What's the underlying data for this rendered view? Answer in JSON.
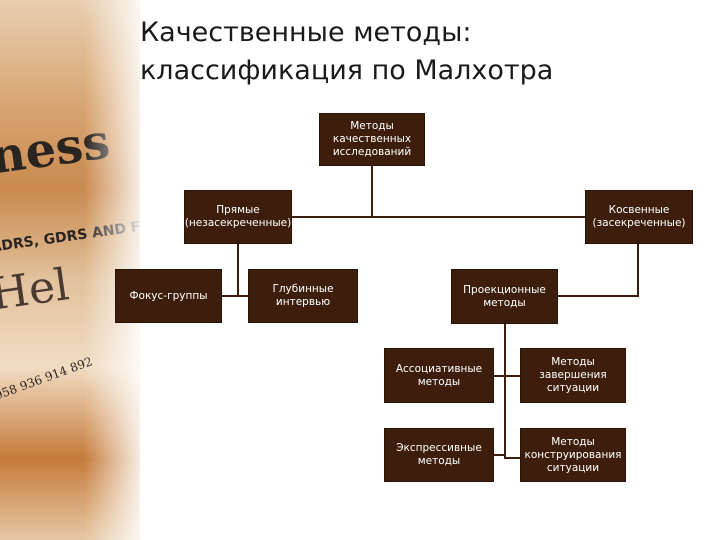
{
  "title": {
    "line1": "Качественные методы:",
    "line2": "классификация по Малхотра"
  },
  "nodes": {
    "root": "Методы качественных исследований",
    "direct": "Прямые (незасекреченные)",
    "indirect": "Косвенные (засекреченные)",
    "focus": "Фокус-группы",
    "depth": "Глубинные интервью",
    "projective": "Проекционные методы",
    "associative": "Ассоциативные методы",
    "completion": "Методы завершения ситуации",
    "expressive": "Экспрессивные методы",
    "construction": "Методы конструирования ситуации"
  },
  "colors": {
    "box_fill": "#3d1e0c",
    "connector": "#3d1e0c"
  }
}
